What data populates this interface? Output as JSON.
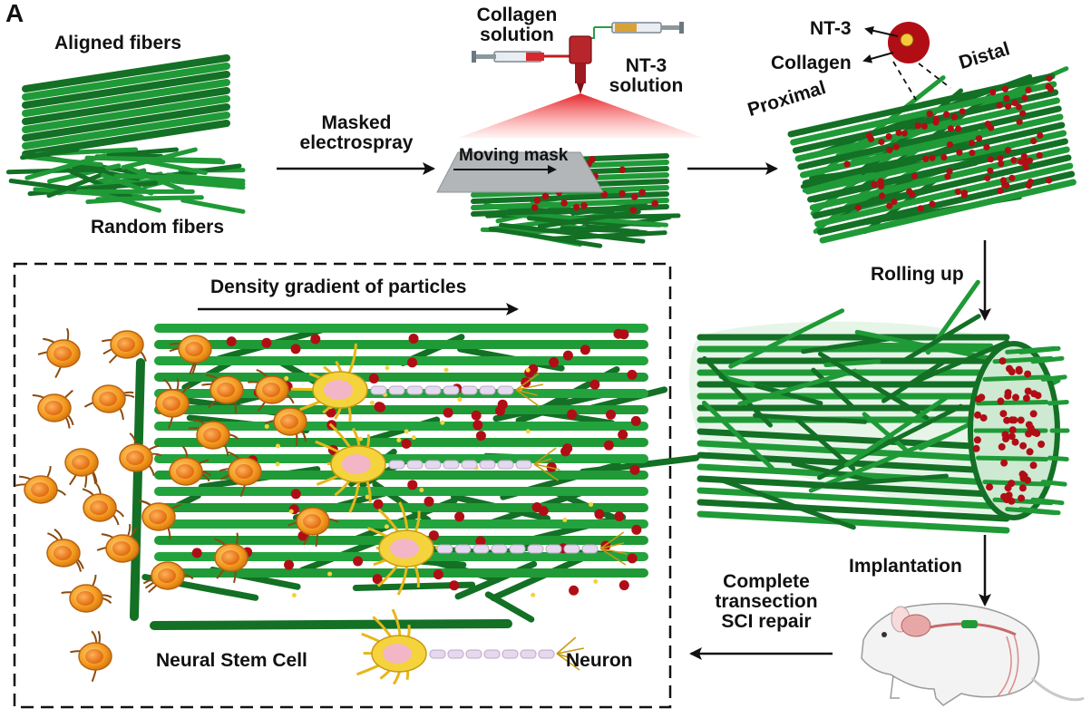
{
  "panel_letter": "A",
  "labels": {
    "aligned_fibers": "Aligned fibers",
    "random_fibers": "Random fibers",
    "masked_electrospray_1": "Masked",
    "masked_electrospray_2": "electrospray",
    "collagen_solution_1": "Collagen",
    "collagen_solution_2": "solution",
    "nt3_solution_1": "NT-3",
    "nt3_solution_2": "solution",
    "moving_mask": "Moving mask",
    "nt3": "NT-3",
    "collagen": "Collagen",
    "proximal": "Proximal",
    "distal": "Distal",
    "rolling_up": "Rolling up",
    "implantation": "Implantation",
    "repair_1": "Complete",
    "repair_2": "transection",
    "repair_3": "SCI repair",
    "density_gradient": "Density gradient of particles",
    "legend_nsc": "Neural Stem Cell",
    "legend_neuron": "Neuron"
  },
  "colors": {
    "fiber": "#1f9a36",
    "fiber_dark": "#137025",
    "particle": "#b10d15",
    "cell": "#f39a1f",
    "neuron": "#f5d33c",
    "axon_segment": "#e6d8ee"
  }
}
